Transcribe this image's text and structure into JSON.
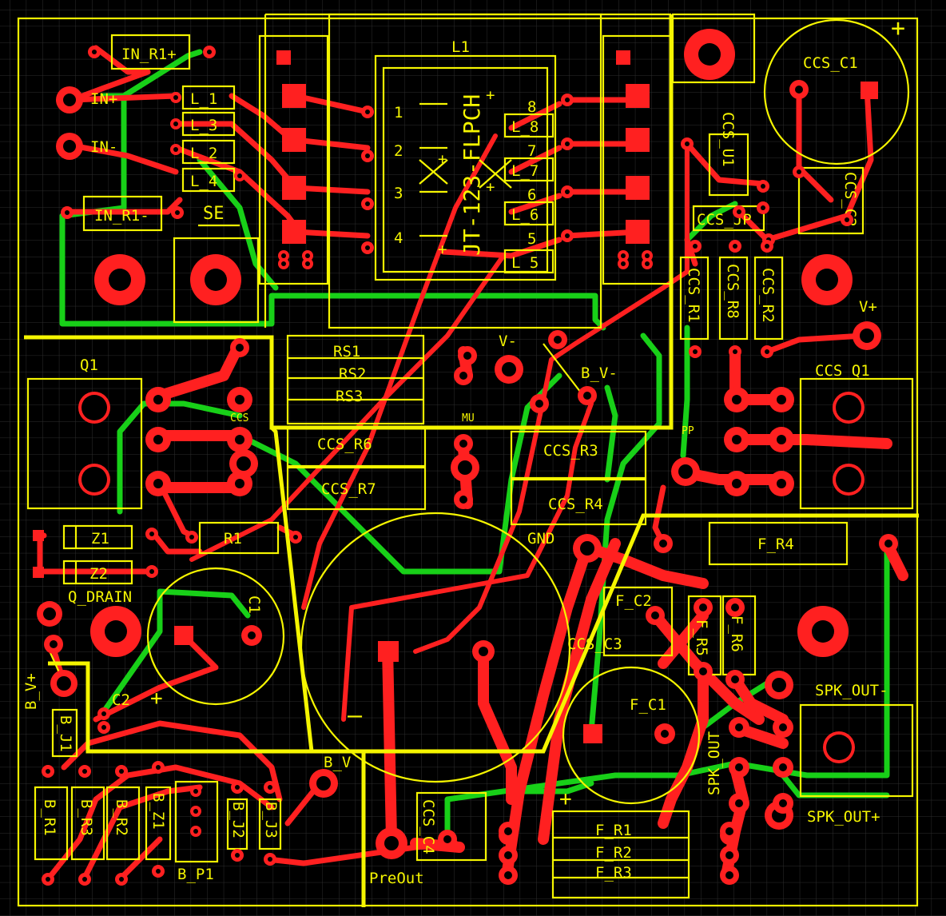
{
  "board": {
    "colors": {
      "background": "#000000",
      "grid": "#2e2e2e",
      "silkscreen": "#f5f500",
      "top_copper": "#ff2020",
      "bottom_copper": "#18d018"
    },
    "transformer_part": "JT-123-FLPCH",
    "polarity_plus": "+",
    "polarity_minus": "—",
    "pins": [
      "1",
      "2",
      "3",
      "4",
      "5",
      "6",
      "7",
      "8"
    ],
    "labels": {
      "IN_R1p": "IN_R1+",
      "IN_R1m": "IN_R1-",
      "INp": "IN+",
      "INm": "IN-",
      "L_1": "L_1",
      "L_3": "L_3",
      "L_2": "L_2",
      "L_4": "L_4",
      "L_8": "L_8",
      "L_7": "L_7",
      "L_6": "L_6",
      "L_5": "L_5",
      "L1": "L1",
      "SE": "SE",
      "CCS_C1": "CCS_C1",
      "CCS_U1": "CCS_U1",
      "CCS_C2": "CCS_C2",
      "CCS_JP": "CCS_JP",
      "CCS_R1": "CCS_R1",
      "CCS_R8": "CCS_R8",
      "CCS_R2": "CCS_R2",
      "Vp": "V+",
      "CCS_Q1": "CCS_Q1",
      "Q1": "Q1",
      "RS1": "RS1",
      "RS2": "RS2",
      "RS3": "RS3",
      "Vm": "V-",
      "B_Vm": "B_V-",
      "CCS": "CCS",
      "MU": "MU",
      "PP": "PP",
      "CCS_R6": "CCS_R6",
      "CCS_R7": "CCS_R7",
      "CCS_R3": "CCS_R3",
      "CCS_R4": "CCS_R4",
      "Z1": "Z1",
      "Z2": "Z2",
      "R1": "R1",
      "GND": "GND",
      "F_R4": "F_R4",
      "Q_DRAIN": "Q_DRAIN",
      "C1": "C1",
      "F_C2": "F_C2",
      "F_R5": "F_R5",
      "F_R6": "F_R6",
      "CCS_C3": "CCS_C3",
      "B_Vp": "B_V+",
      "C2": "C2",
      "F_C1": "F_C1",
      "SPK_OUT": "SPK_OUT",
      "SPK_OUTm": "SPK_OUT-",
      "SPK_OUTp": "SPK_OUT+",
      "B_J1": "B_J1",
      "B_V": "B_V",
      "CCS_C4": "CCS_C4",
      "B_R1": "B_R1",
      "B_R3": "B_R3",
      "B_R2": "B_R2",
      "B_Z1": "B_Z1",
      "B_J2": "B_J2",
      "B_J3": "B_J3",
      "B_P1": "B_P1",
      "PreOut": "PreOut",
      "F_R1": "F_R1",
      "F_R2": "F_R2",
      "F_R3": "F_R3"
    }
  }
}
